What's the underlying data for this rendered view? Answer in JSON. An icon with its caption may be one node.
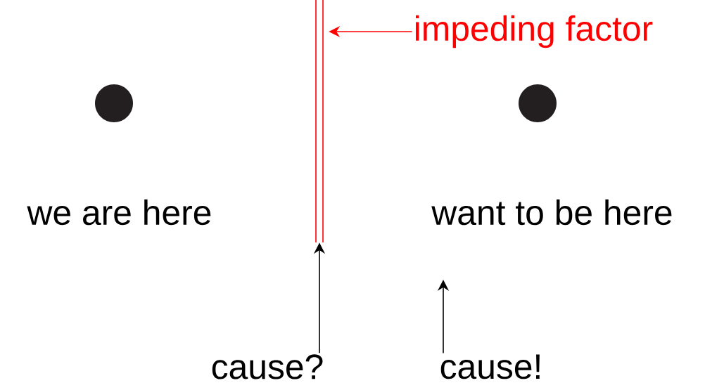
{
  "diagram": {
    "nodes": [
      {
        "text": [],
        "shape": "circle",
        "beside": [
          "we are here"
        ]
      },
      {
        "text": [],
        "shape": "circle",
        "beside": [
          "want to be here"
        ]
      },
      {
        "text": [],
        "shape": "bar"
      },
      {
        "text": [
          "impeding factor"
        ]
      },
      {
        "text": [
          "cause?"
        ]
      },
      {
        "text": [
          "cause!"
        ]
      }
    ],
    "edges": [
      {
        "from": 3,
        "to": 2,
        "arrow": "to",
        "color": "#ff0000"
      },
      {
        "from": 4,
        "to": 2,
        "arrow": "to"
      },
      {
        "from": 5,
        "to": null,
        "arrow": "to"
      }
    ]
  }
}
